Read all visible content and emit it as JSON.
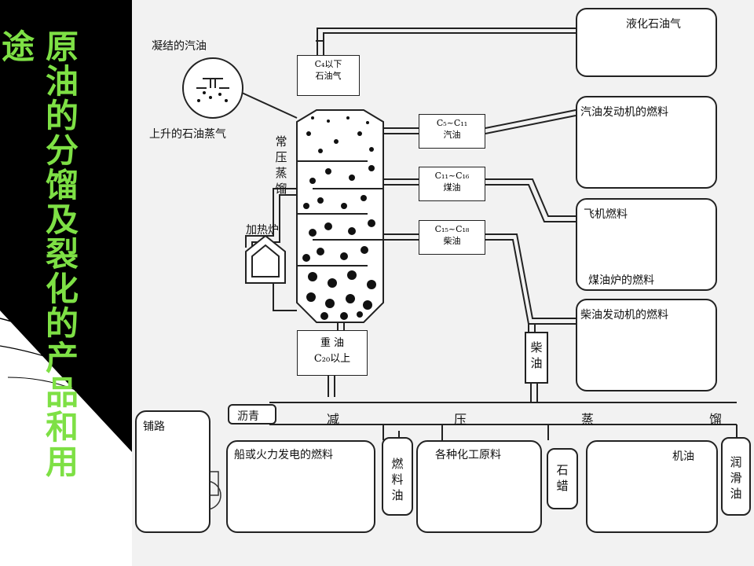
{
  "title": {
    "col1": [
      "途"
    ],
    "col2": [
      "原",
      "油",
      "的",
      "分",
      "馏",
      "及",
      "裂",
      "化",
      "的",
      "产",
      "品",
      "和",
      "用"
    ]
  },
  "diagram": {
    "condensed_gasoline": "凝结的汽油",
    "rising_vapor": "上升的石油蒸气",
    "column_label": [
      "常",
      "压",
      "蒸",
      "馏"
    ],
    "furnace": "加热炉",
    "top_fraction": {
      "line1": "C₄以下",
      "line2": "石油气"
    },
    "fraction1": {
      "line1": "C₅~C₁₁",
      "line2": "汽油"
    },
    "fraction2": {
      "line1": "C₁₁~C₁₆",
      "line2": "煤油"
    },
    "fraction3": {
      "line1": "C₁₅~C₁₈",
      "line2": "柴油"
    },
    "heavy_oil": {
      "line1": "重 油",
      "line2": "C₂₀以上"
    },
    "diesel_side": [
      "柴",
      "油"
    ],
    "vacuum_label": [
      "减",
      "压",
      "蒸",
      "馏"
    ],
    "asphalt": "沥青",
    "products": {
      "lpg": "液化石油气",
      "gasoline_engine": "汽油发动机的燃料",
      "jet": "飞机燃料",
      "kerosene_stove": "煤油炉的燃料",
      "diesel_engine": "柴油发动机的燃料",
      "paving": "铺路",
      "ship_power": "船或火力发电的燃料",
      "chemicals": "各种化工原料",
      "machine_oil": "机油"
    },
    "fuel_oil": [
      "燃",
      "料",
      "油"
    ],
    "paraffin": [
      "石",
      "蜡"
    ],
    "lubricant": [
      "润",
      "滑",
      "油"
    ]
  }
}
